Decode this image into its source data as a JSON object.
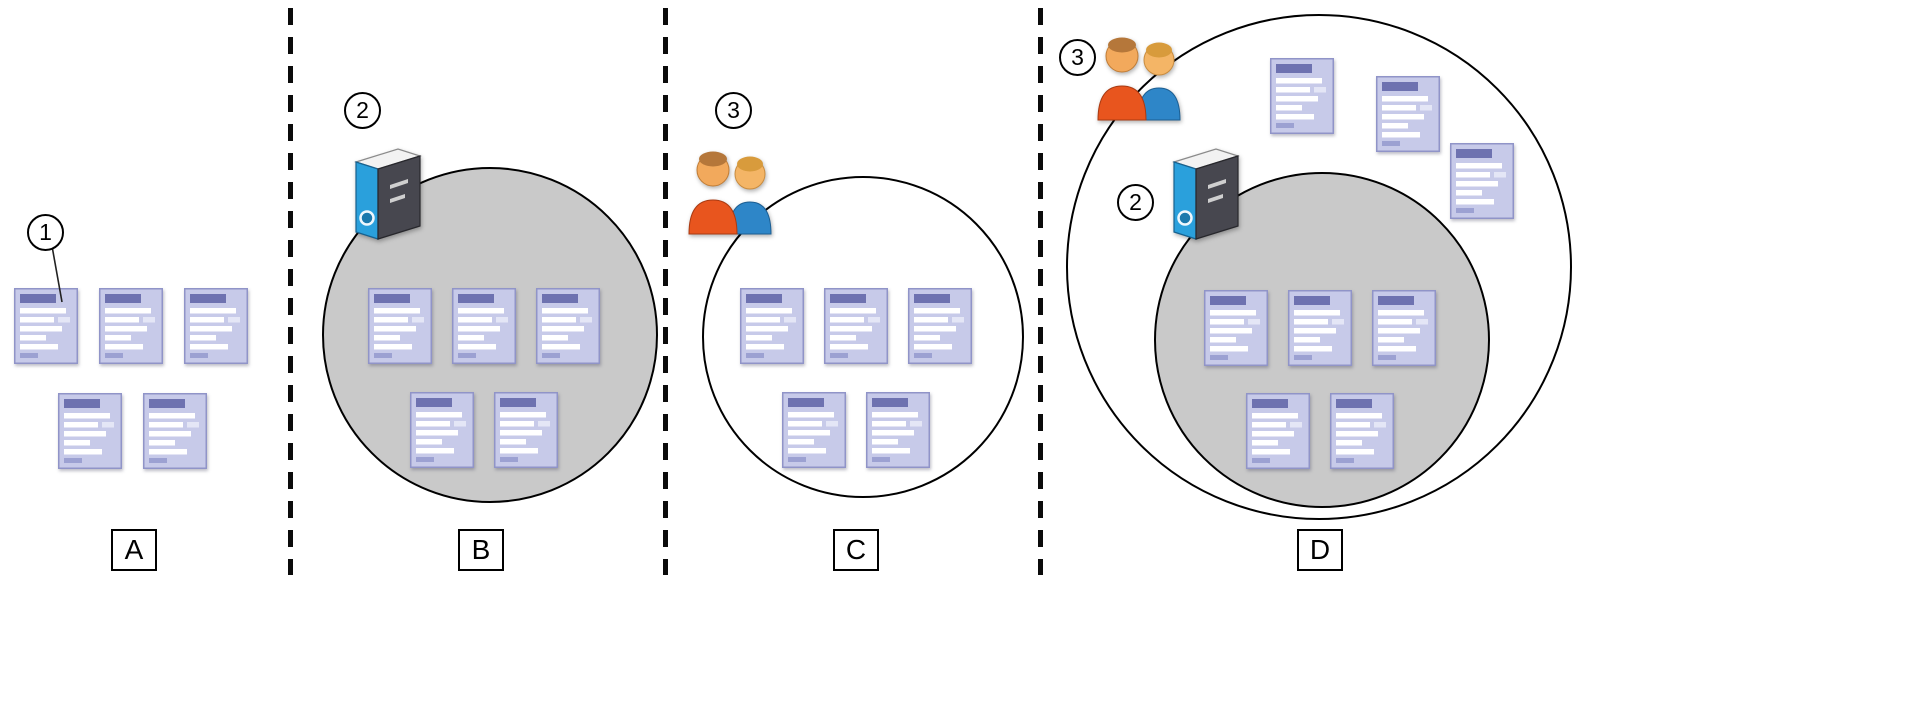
{
  "panels": {
    "a": {
      "label": "A",
      "callout": "1"
    },
    "b": {
      "label": "B",
      "callout": "2"
    },
    "c": {
      "label": "C",
      "callout": "3"
    },
    "d": {
      "label": "D",
      "callout_binder": "2",
      "callout_users": "3"
    }
  },
  "icons": {
    "document": "document-icon",
    "binder": "binder-icon",
    "users": "two-users-icon"
  },
  "colors": {
    "background": "#ffffff",
    "divider": "#000000",
    "circle_outline": "#000000",
    "gray_circle_fill": "#c9c9c9",
    "white_circle_fill": "#ffffff",
    "document_body": "#c7cae9",
    "document_header": "#6e72b0",
    "binder_front": "#47474f",
    "binder_spine": "#2aa0dc",
    "person_front": "#e8551e",
    "person_back": "#2e86c8",
    "skin_tone": "#f2a95c"
  }
}
